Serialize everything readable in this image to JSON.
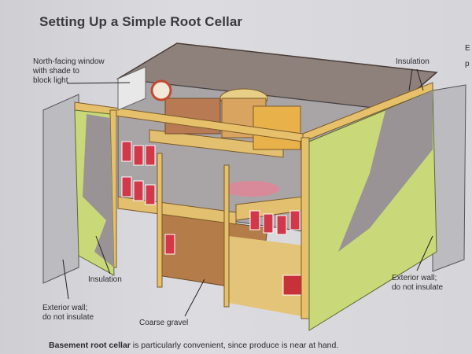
{
  "title": "Setting Up a Simple Root Cellar",
  "labels": {
    "window": [
      "North-facing window",
      "with shade to",
      "block light"
    ],
    "insulation_right": "Insulation",
    "insulation_left": "Insulation",
    "exterior_wall_left": [
      "Exterior wall;",
      "do not insulate"
    ],
    "exterior_wall_right": [
      "Exterior wall;",
      "do not insulate"
    ],
    "gravel": "Coarse gravel",
    "edge_fragments": [
      "E",
      "p"
    ]
  },
  "caption": {
    "bold": "Basement root cellar",
    "rest": " is particularly convenient, since produce is near at hand."
  },
  "colors": {
    "siding": "#c9d97a",
    "brick": "#b9b9bd",
    "wood": "#e2c070",
    "produce": "#d2384a",
    "roof": "#8c7f7a"
  }
}
